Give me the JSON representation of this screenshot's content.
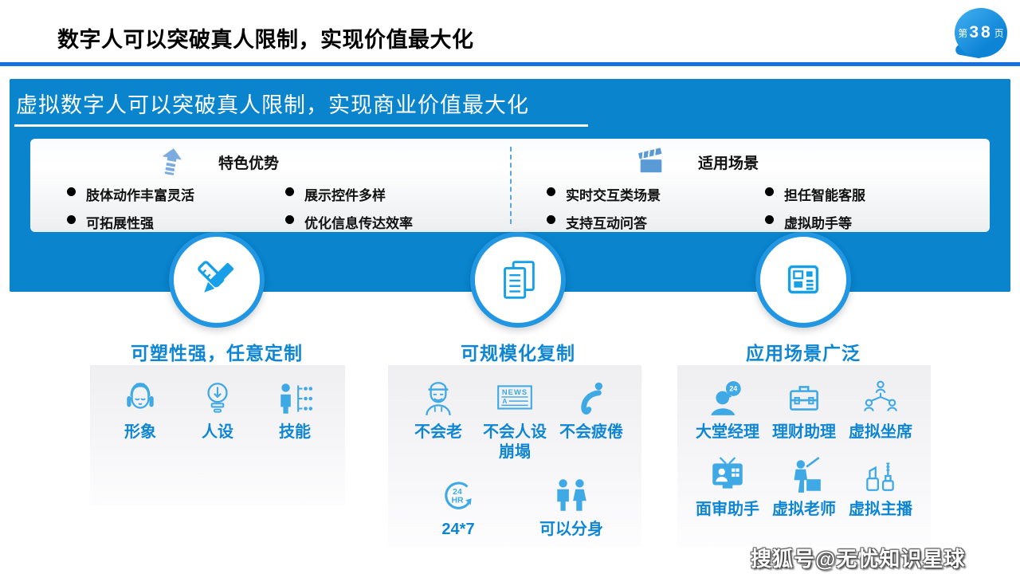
{
  "header": {
    "title": "数字人可以突破真人限制，实现价值最大化",
    "badge": {
      "prefix": "第",
      "number": "38",
      "suffix": "页"
    }
  },
  "panel": {
    "title": "虚拟数字人可以突破真人限制，实现商业价值最大化",
    "columns": [
      {
        "icon": "sketch-arrow-icon",
        "header": "特色优势",
        "bullets": [
          "肢体动作丰富灵活",
          "展示控件多样",
          "可拓展性强",
          "优化信息传达效率"
        ]
      },
      {
        "icon": "clapperboard-icon",
        "header": "适用场景",
        "bullets": [
          "实时交互类场景",
          "担任智能客服",
          "支持互动问答",
          "虚拟助手等"
        ]
      }
    ]
  },
  "sections": [
    {
      "circle_icon": "pen-ruler-icon",
      "title": "可塑性强，任意定制",
      "items": [
        {
          "icon": "girl-avatar-icon",
          "label": "形象"
        },
        {
          "icon": "lightbulb-icon",
          "label": "人设"
        },
        {
          "icon": "person-skills-icon",
          "label": "技能"
        }
      ]
    },
    {
      "circle_icon": "copy-documents-icon",
      "title": "可规模化复制",
      "rows": [
        [
          {
            "icon": "old-man-icon",
            "label": "不会老"
          },
          {
            "icon": "newspaper-icon",
            "label": "不会人设崩塌"
          },
          {
            "icon": "bowing-person-icon",
            "label": "不会疲倦"
          }
        ],
        [
          {
            "icon": "24hr-clock-icon",
            "label": "24*7"
          },
          {
            "icon": "two-persons-icon",
            "label": "可以分身"
          }
        ]
      ]
    },
    {
      "circle_icon": "grid-layout-icon",
      "title": "应用场景广泛",
      "rows": [
        [
          {
            "icon": "lobby-manager-icon",
            "label": "大堂经理"
          },
          {
            "icon": "briefcase-icon",
            "label": "理财助理"
          },
          {
            "icon": "people-network-icon",
            "label": "虚拟坐席"
          }
        ],
        [
          {
            "icon": "tv-interview-icon",
            "label": "面审助手"
          },
          {
            "icon": "teacher-icon",
            "label": "虚拟老师"
          },
          {
            "icon": "cosmetics-anchor-icon",
            "label": "虚拟主播"
          }
        ]
      ]
    }
  ],
  "icon_texts": {
    "news": "NEWS",
    "news_a": "A",
    "hr_top": "24",
    "hr_bottom": "HR",
    "bubble_24": "24"
  },
  "watermark": "搜狐号@无忧知识星球",
  "colors": {
    "panel_blue": "#0984cd",
    "rule_blue": "#1670dd",
    "ring_blue": "#2196e3",
    "label_blue": "#0f86d4",
    "icon_blue": "#3fa9e6",
    "circle_icon_blue": "#17a0e8"
  }
}
